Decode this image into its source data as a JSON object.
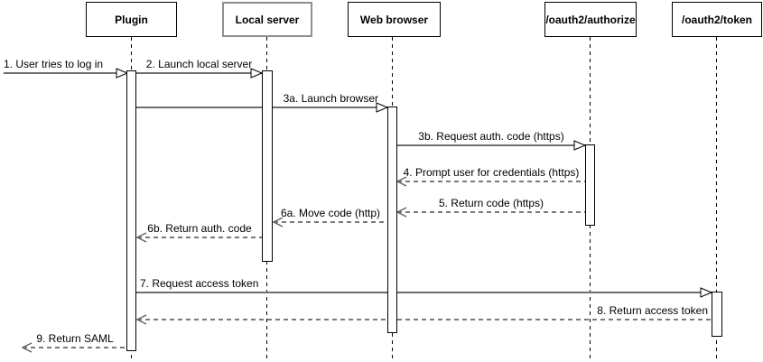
{
  "diagram_type": "uml-sequence",
  "actors": [
    {
      "label": "Plugin"
    },
    {
      "label": "Local server"
    },
    {
      "label": "Web browser"
    },
    {
      "label": "/oauth2/authorize"
    },
    {
      "label": "/oauth2/token"
    }
  ],
  "messages": [
    {
      "label": "1. User tries to log in",
      "from": "external",
      "to": "Plugin",
      "style": "solid",
      "direction": "right"
    },
    {
      "label": "2. Launch local server",
      "from": "Plugin",
      "to": "Local server",
      "style": "solid",
      "direction": "right"
    },
    {
      "label": "3a. Launch browser",
      "from": "Plugin",
      "to": "Web browser",
      "style": "solid",
      "direction": "right"
    },
    {
      "label": "3b. Request auth. code (https)",
      "from": "Web browser",
      "to": "/oauth2/authorize",
      "style": "solid",
      "direction": "right"
    },
    {
      "label": "4. Prompt user for credentials (https)",
      "from": "/oauth2/authorize",
      "to": "Web browser",
      "style": "dashed",
      "direction": "left"
    },
    {
      "label": "5. Return code (https)",
      "from": "/oauth2/authorize",
      "to": "Web browser",
      "style": "dashed",
      "direction": "left"
    },
    {
      "label": "6a. Move code (http)",
      "from": "Web browser",
      "to": "Local server",
      "style": "dashed",
      "direction": "left"
    },
    {
      "label": "6b. Return auth. code",
      "from": "Local server",
      "to": "Plugin",
      "style": "dashed",
      "direction": "left"
    },
    {
      "label": "7. Request access token",
      "from": "Plugin",
      "to": "/oauth2/token",
      "style": "solid",
      "direction": "right"
    },
    {
      "label": "8. Return access token",
      "from": "/oauth2/token",
      "to": "Plugin",
      "style": "dashed",
      "direction": "left"
    },
    {
      "label": "9. Return SAML",
      "from": "Plugin",
      "to": "external",
      "style": "dashed",
      "direction": "left"
    }
  ],
  "colors": {
    "background": "#ffffff",
    "box_border": "#000000",
    "local_server_box_border": "#8f8f8f",
    "solid_message_line": "#6e6e6e",
    "dashed_message_line": "#7a7a7a",
    "lifeline": "#000000",
    "text": "#000000"
  }
}
